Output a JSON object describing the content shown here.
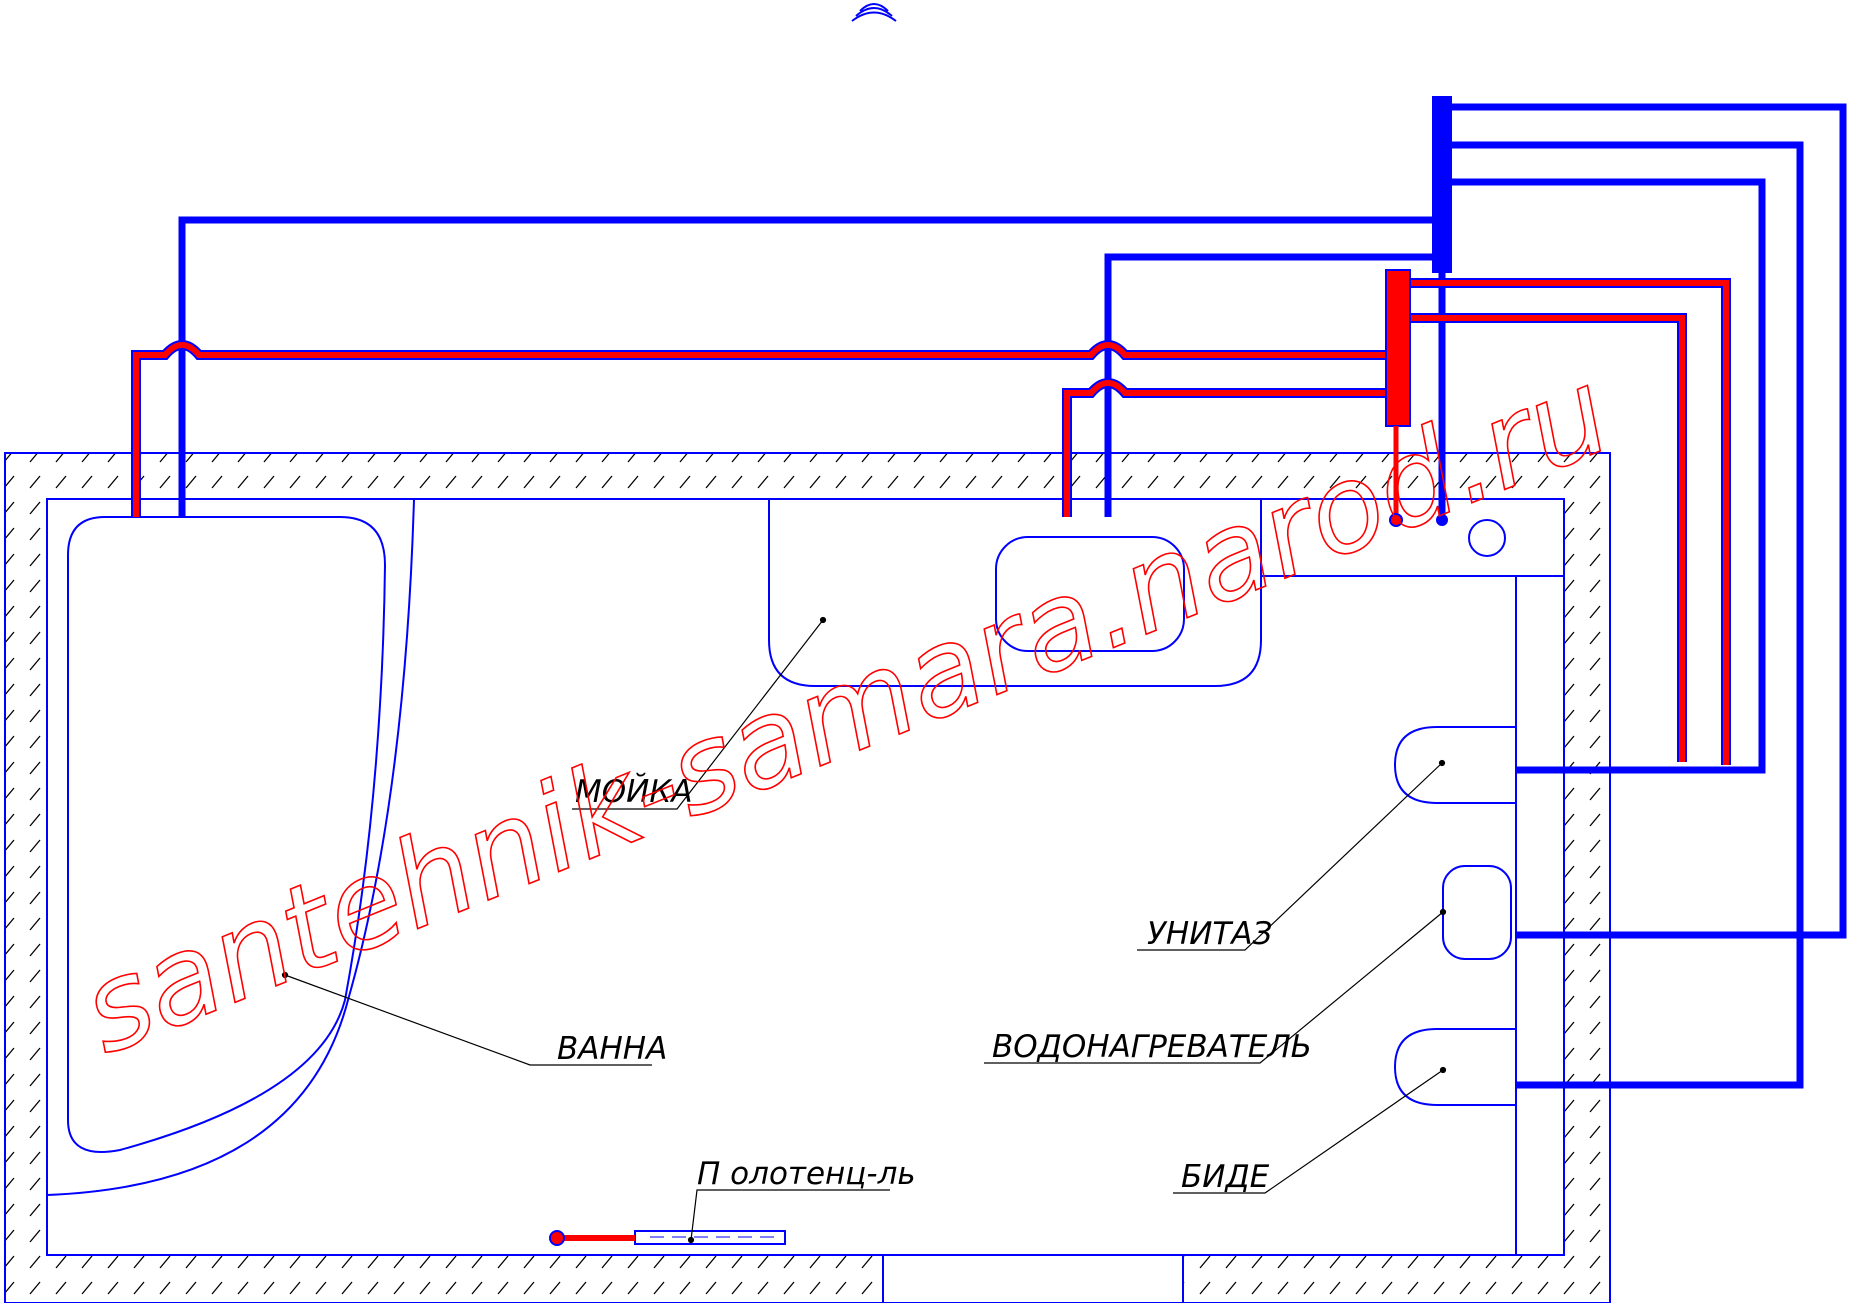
{
  "labels": {
    "sink": "МОЙКА",
    "bath": "ВАННА",
    "toilet": "УНИТАЗ",
    "heater": "ВОДОНАГРЕВАТЕЛЬ",
    "bidet": "БИДЕ",
    "towel": "П олотенц-ль"
  },
  "watermark": "santehnik-samara.narod.ru",
  "colors": {
    "cold": "#0000ff",
    "hot": "#ff0000",
    "outline": "#0000ff",
    "text": "#000000"
  }
}
